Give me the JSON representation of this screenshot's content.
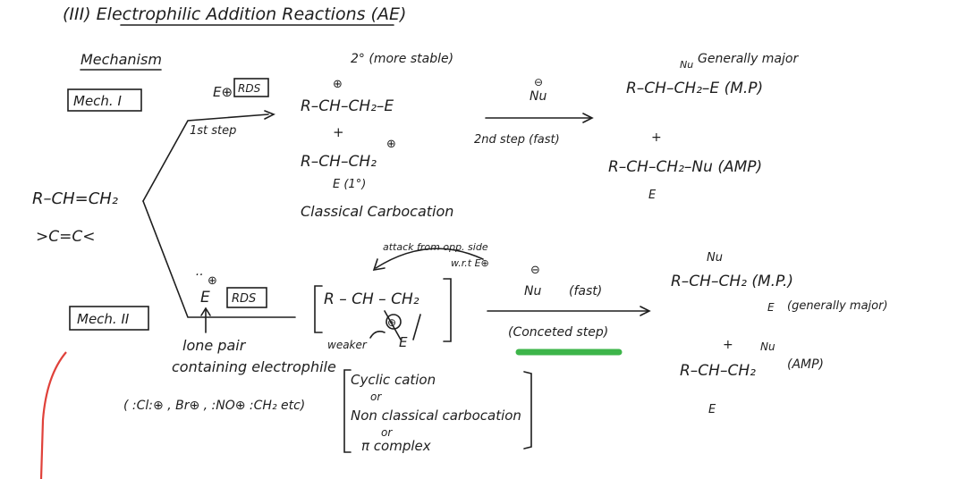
{
  "heading": "(III) Electrophilic Addition Reactions (AE)",
  "mechanism_label": "Mechanism",
  "reactant": "R–CH=CH₂",
  "reactant_sub": ">C=C<",
  "mech1": {
    "label": "Mech. I",
    "reagent": "E⊕",
    "rds": "RDS",
    "step1": "1st step",
    "carbocation_2": "R–CH–CH₂–E",
    "carbocation_2_plus": "⊕",
    "carbocation_2_note": "2° (more stable)",
    "plus": "+",
    "carbocation_1": "R–CH–CH₂",
    "carbocation_1_plus": "⊕",
    "carbocation_1_sub": "E  (1°)",
    "classical": "Classical Carbocation",
    "nu": "Nu",
    "nu_charge": "⊖",
    "step2": "2nd step (fast)",
    "product_major": "R–CH–CH₂–E (M.P)",
    "product_major_nu": "Nu",
    "product_major_note": "Generally major",
    "product_plus": "+",
    "product_minor": "R–CH–CH₂–Nu (AMP)",
    "product_minor_e": "E"
  },
  "mech2": {
    "label": "Mech. II",
    "electrophile": "E",
    "electrophile_charge": "⊕",
    "lone_pair_dots": "··",
    "rds": "RDS",
    "lone_pair_note_1": "lone pair",
    "lone_pair_note_2": "containing electrophile",
    "examples": "( :Cl:⊕ , Br⊕ , :NO⊕  :CH₂  etc)",
    "cyclic": "R – CH – CH₂",
    "cyclic_charge": "⊕",
    "cyclic_e": "E",
    "weaker": "weaker",
    "attack_note_1": "attack from opp. side",
    "attack_note_2": "w.r.t E⊕",
    "names_1": "Cyclic cation",
    "names_or_1": "or",
    "names_2": "Non classical carbocation",
    "names_or_2": "or",
    "names_3": "π complex",
    "nu": "Nu",
    "nu_charge": "⊖",
    "fast": "(fast)",
    "concerted": "(Conceted step)",
    "product_major": "R–CH–CH₂ (M.P.)",
    "product_major_nu": "Nu",
    "product_major_e": "E",
    "product_major_note": "(generally major)",
    "product_plus": "+",
    "product_minor": "R–CH–CH₂",
    "product_minor_e": "E",
    "product_minor_nu": "Nu",
    "product_minor_note": "(AMP)"
  },
  "colors": {
    "ink": "#1e1e1e",
    "highlight": "#3db54a",
    "margin_line": "#e0413a"
  }
}
